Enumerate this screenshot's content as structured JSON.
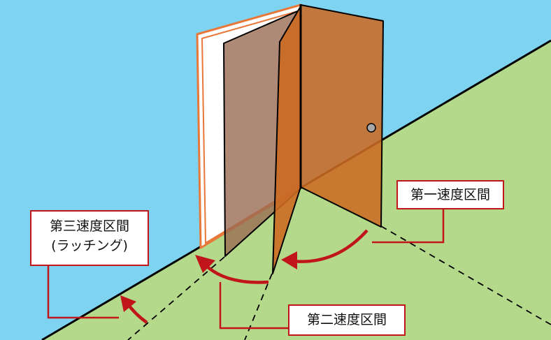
{
  "labels": {
    "first_speed_zone": "第一速度区間",
    "second_speed_zone": "第二速度区間",
    "third_speed_zone_line1": "第三速度区間",
    "third_speed_zone_line2": "(ラッチング)"
  },
  "colors": {
    "sky": "#7dd3f0",
    "floor": "#b5d98a",
    "door": "#cc6a22",
    "door_transparent": "#9a6c52",
    "frame_orange": "#e8783a",
    "arrow_red": "#c0161b",
    "line_black": "#000000"
  },
  "icons": {
    "knob": "door-knob-icon",
    "arrows": "curved-arrow-icon"
  }
}
